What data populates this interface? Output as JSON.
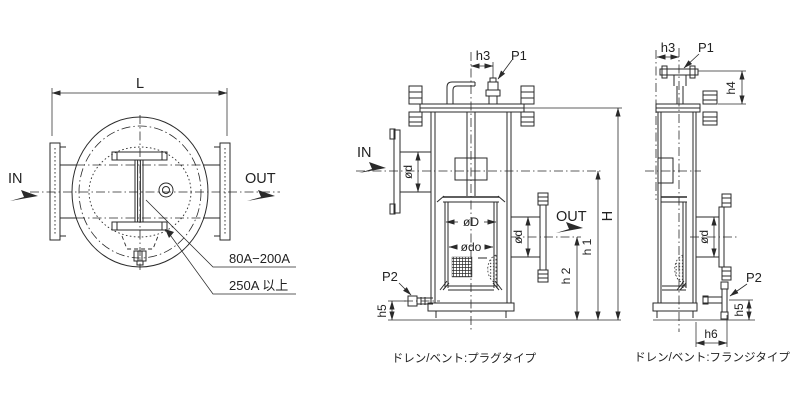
{
  "page": {
    "background": "#ffffff",
    "line_color": "#2a2a2a"
  },
  "views": {
    "top_view": {
      "dim_L": "L",
      "label_in": "IN",
      "label_out": "OUT",
      "note_small": "80A−200A",
      "note_large": "250A 以上"
    },
    "front_view": {
      "dim_h3": "h3",
      "label_p1": "P1",
      "label_in": "IN",
      "dim_phi_d_in": "ød",
      "dim_phi_D": "øD",
      "dim_phi_do": "ødo",
      "label_out": "OUT",
      "dim_phi_d_out": "ød",
      "label_p2": "P2",
      "dim_h5": "h5",
      "dim_h2": "h 2",
      "dim_h1": "h 1",
      "dim_H": "H",
      "caption": "ドレン/ベント:プラグタイプ"
    },
    "side_view": {
      "dim_h3": "h3",
      "label_p1": "P1",
      "dim_h4": "h4",
      "dim_phi_d": "ød",
      "label_p2": "P2",
      "dim_h5": "h5",
      "dim_h6": "h6",
      "caption": "ドレン/ベント:フランジタイプ"
    }
  }
}
